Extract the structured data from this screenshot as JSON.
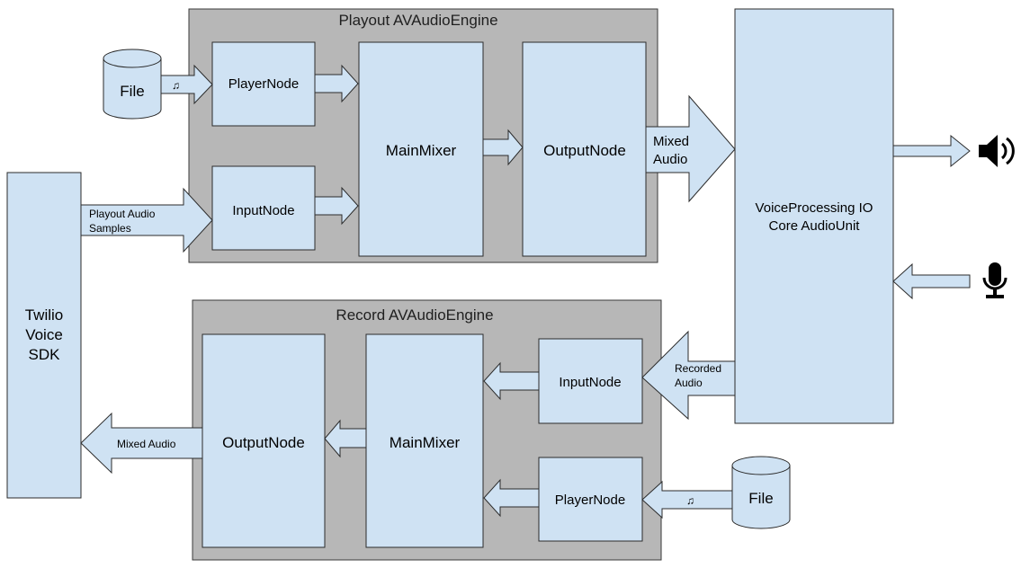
{
  "playout_engine": {
    "title": "Playout AVAudioEngine",
    "player_node": "PlayerNode",
    "input_node": "InputNode",
    "main_mixer": "MainMixer",
    "output_node": "OutputNode"
  },
  "record_engine": {
    "title": "Record AVAudioEngine",
    "output_node": "OutputNode",
    "main_mixer": "MainMixer",
    "input_node": "InputNode",
    "player_node": "PlayerNode"
  },
  "sdk": {
    "line1": "Twilio",
    "line2": "Voice",
    "line3": "SDK"
  },
  "voice_processing": {
    "line1": "VoiceProcessing IO",
    "line2": "Core AudioUnit"
  },
  "files": {
    "playout_file": "File",
    "record_file": "File"
  },
  "arrow_labels": {
    "playout_samples_line1": "Playout Audio",
    "playout_samples_line2": "Samples",
    "mixed_audio_out_line1": "Mixed",
    "mixed_audio_out_line2": "Audio",
    "recorded_audio_line1": "Recorded",
    "recorded_audio_line2": "Audio",
    "mixed_audio_sdk": "Mixed Audio",
    "music_note": "♫"
  },
  "icons": {
    "speaker": "speaker-icon",
    "microphone": "microphone-icon",
    "file_db": "database-cylinder-icon"
  },
  "colors": {
    "node_fill": "#cfe2f3",
    "engine_fill": "#b7b7b7",
    "outline": "#2b2b2b"
  }
}
